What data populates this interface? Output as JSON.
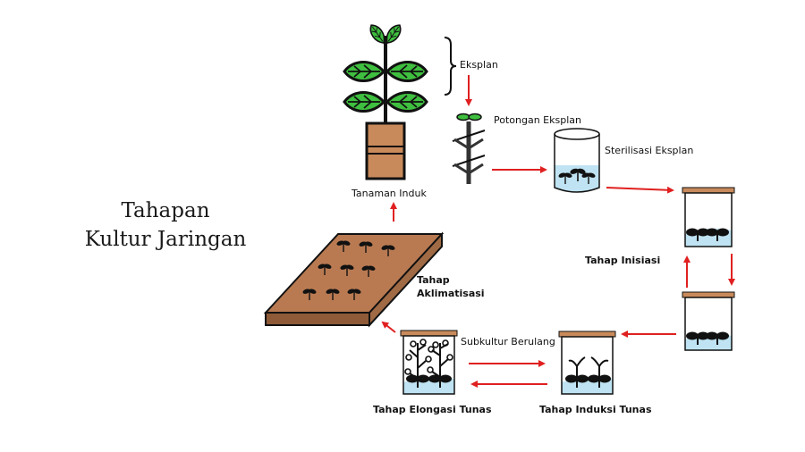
{
  "title": {
    "line1": "Tahapan",
    "line2": "Kultur Jaringan"
  },
  "labels": {
    "eksplan": "Eksplan",
    "potongan_eksplan": "Potongan Eksplan",
    "sterilisasi_eksplan": "Sterilisasi Eksplan",
    "tanaman_induk": "Tanaman Induk",
    "tahap_inisiasi": "Tahap Inisiasi",
    "tahap_aklimatisasi_1": "Tahap",
    "tahap_aklimatisasi_2": "Aklimatisasi",
    "subkultur_berulang": "Subkultur Berulang",
    "tahap_elongasi_tunas": "Tahap Elongasi Tunas",
    "tahap_induksi_tunas": "Tahap Induksi Tunas"
  },
  "colors": {
    "arrow": "#e02020",
    "leaf": "#3fbf3f",
    "pot": "#c98a5b",
    "tray": "#b97a52",
    "medium": "#bfe3f2",
    "dark": "#111111"
  }
}
